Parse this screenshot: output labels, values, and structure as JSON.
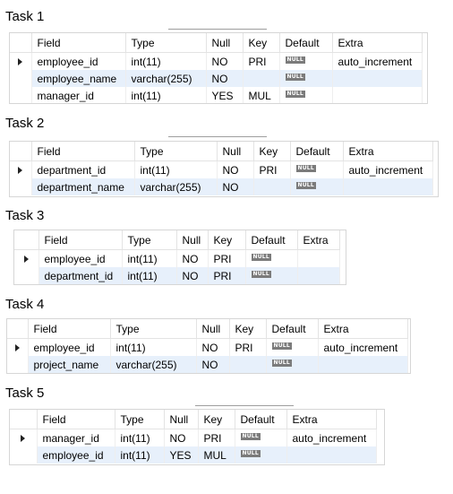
{
  "tasks": [
    {
      "title": "Task 1",
      "headers": [
        "Field",
        "Type",
        "Null",
        "Key",
        "Default",
        "Extra"
      ],
      "rows": [
        {
          "field": "employee_id",
          "type": "int(11)",
          "null": "NO",
          "key": "PRI",
          "default": "NULL",
          "extra": "auto_increment"
        },
        {
          "field": "employee_name",
          "type": "varchar(255)",
          "null": "NO",
          "key": "",
          "default": "NULL",
          "extra": ""
        },
        {
          "field": "manager_id",
          "type": "int(11)",
          "null": "YES",
          "key": "MUL",
          "default": "NULL",
          "extra": ""
        }
      ]
    },
    {
      "title": "Task 2",
      "headers": [
        "Field",
        "Type",
        "Null",
        "Key",
        "Default",
        "Extra"
      ],
      "rows": [
        {
          "field": "department_id",
          "type": "int(11)",
          "null": "NO",
          "key": "PRI",
          "default": "NULL",
          "extra": "auto_increment"
        },
        {
          "field": "department_name",
          "type": "varchar(255)",
          "null": "NO",
          "key": "",
          "default": "NULL",
          "extra": ""
        }
      ]
    },
    {
      "title": "Task 3",
      "headers": [
        "Field",
        "Type",
        "Null",
        "Key",
        "Default",
        "Extra"
      ],
      "rows": [
        {
          "field": "employee_id",
          "type": "int(11)",
          "null": "NO",
          "key": "PRI",
          "default": "NULL",
          "extra": ""
        },
        {
          "field": "department_id",
          "type": "int(11)",
          "null": "NO",
          "key": "PRI",
          "default": "NULL",
          "extra": ""
        }
      ]
    },
    {
      "title": "Task 4",
      "headers": [
        "Field",
        "Type",
        "Null",
        "Key",
        "Default",
        "Extra"
      ],
      "rows": [
        {
          "field": "employee_id",
          "type": "int(11)",
          "null": "NO",
          "key": "PRI",
          "default": "NULL",
          "extra": "auto_increment"
        },
        {
          "field": "project_name",
          "type": "varchar(255)",
          "null": "NO",
          "key": "",
          "default": "NULL",
          "extra": ""
        }
      ]
    },
    {
      "title": "Task 5",
      "headers": [
        "Field",
        "Type",
        "Null",
        "Key",
        "Default",
        "Extra"
      ],
      "rows": [
        {
          "field": "manager_id",
          "type": "int(11)",
          "null": "NO",
          "key": "PRI",
          "default": "NULL",
          "extra": "auto_increment"
        },
        {
          "field": "employee_id",
          "type": "int(11)",
          "null": "YES",
          "key": "MUL",
          "default": "NULL",
          "extra": ""
        }
      ]
    }
  ]
}
